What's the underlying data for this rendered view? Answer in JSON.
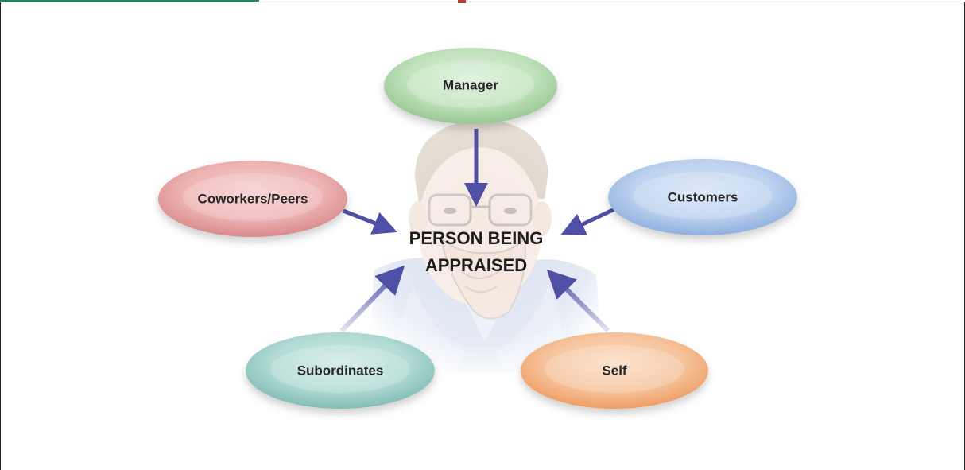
{
  "diagram": {
    "center": {
      "line1": "PERSON BEING",
      "line2": "APPRAISED"
    },
    "sources": [
      {
        "id": "manager",
        "label": "Manager",
        "color": "#b9dcb5"
      },
      {
        "id": "coworkers",
        "label": "Coworkers/Peers",
        "color": "#e9a9a9"
      },
      {
        "id": "customers",
        "label": "Customers",
        "color": "#b3cbec"
      },
      {
        "id": "subordinates",
        "label": "Subordinates",
        "color": "#a7d5cf"
      },
      {
        "id": "self",
        "label": "Self",
        "color": "#f5bb8e"
      }
    ],
    "arrow_color": "#4f4fa6",
    "accent_rule_color": "#1b8a5a",
    "accent_mark_color": "#c0392b",
    "background_image": "person-face-illustration"
  }
}
